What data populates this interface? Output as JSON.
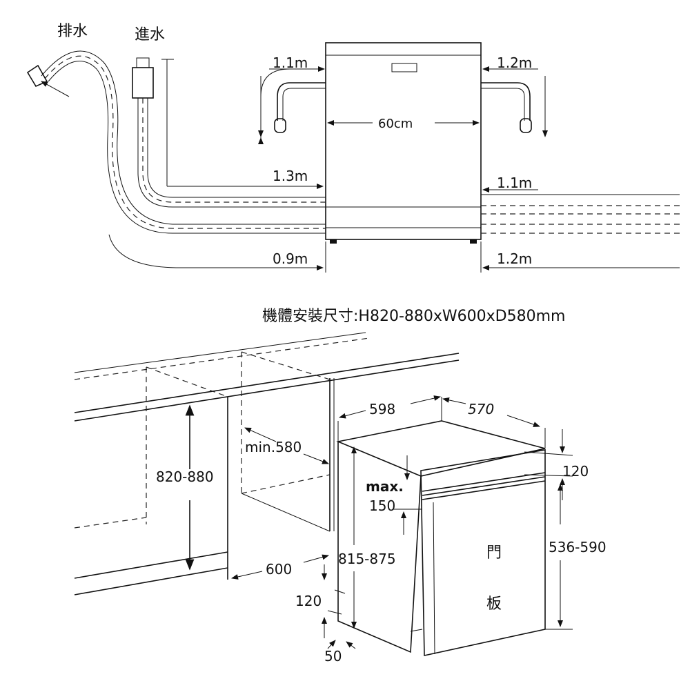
{
  "top_diagram": {
    "drain_label": "排水",
    "inlet_label": "進水",
    "left_power_length": "1.1m",
    "right_power_length": "1.2m",
    "width": "60cm",
    "left_inlet_length": "1.3m",
    "right_inlet_length": "1.1m",
    "left_drain_length": "0.9m",
    "right_drain_length": "1.2m"
  },
  "caption": "機體安裝尺寸:H820-880xW600xD580mm",
  "bottom_diagram": {
    "unit_width": "598",
    "unit_depth": "570",
    "min_depth": "min.580",
    "niche_height": "820-880",
    "max_label": "max.",
    "max_value": "150",
    "top_panel": "120",
    "door_height": "536-590",
    "door_char_1": "門",
    "door_char_2": "板",
    "unit_height": "815-875",
    "niche_width": "600",
    "plinth_height": "120",
    "plinth_depth": "50"
  }
}
